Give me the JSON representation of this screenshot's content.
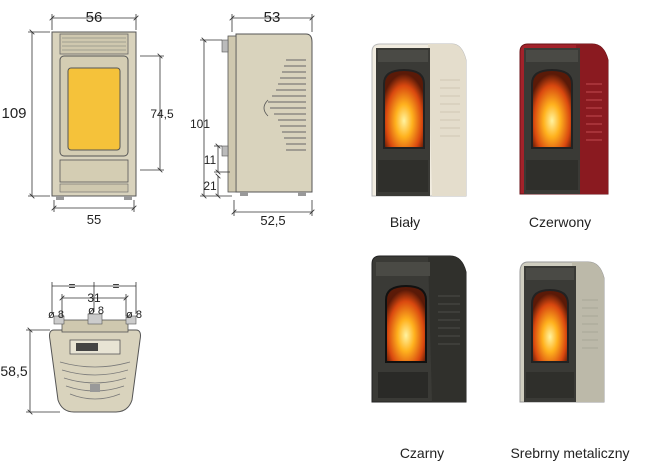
{
  "front_view": {
    "width_top": "56",
    "height": "109",
    "door_height": "74,5",
    "base_width": "55"
  },
  "side_view": {
    "depth_top": "53",
    "height": "101",
    "inlet_height": "11",
    "outlet_height": "21",
    "base_depth": "52,5"
  },
  "top_view": {
    "spacing_left": "=",
    "spacing_right": "=",
    "center_distance": "31",
    "pipe_left": "ø 8",
    "pipe_center": "ø 8",
    "pipe_right": "ø 8",
    "depth": "58,5"
  },
  "variants": [
    {
      "label": "Biały",
      "body_color": "#f1ece0"
    },
    {
      "label": "Czerwony",
      "body_color": "#a3222a"
    },
    {
      "label": "Czarny",
      "body_color": "#3a3a36"
    },
    {
      "label": "Srebrny metaliczny",
      "body_color": "#cfcdbf"
    }
  ],
  "colors": {
    "drawing_fill": "#d9d3bd",
    "drawing_stroke": "#555555",
    "fire_glass": "#f5c23a"
  }
}
